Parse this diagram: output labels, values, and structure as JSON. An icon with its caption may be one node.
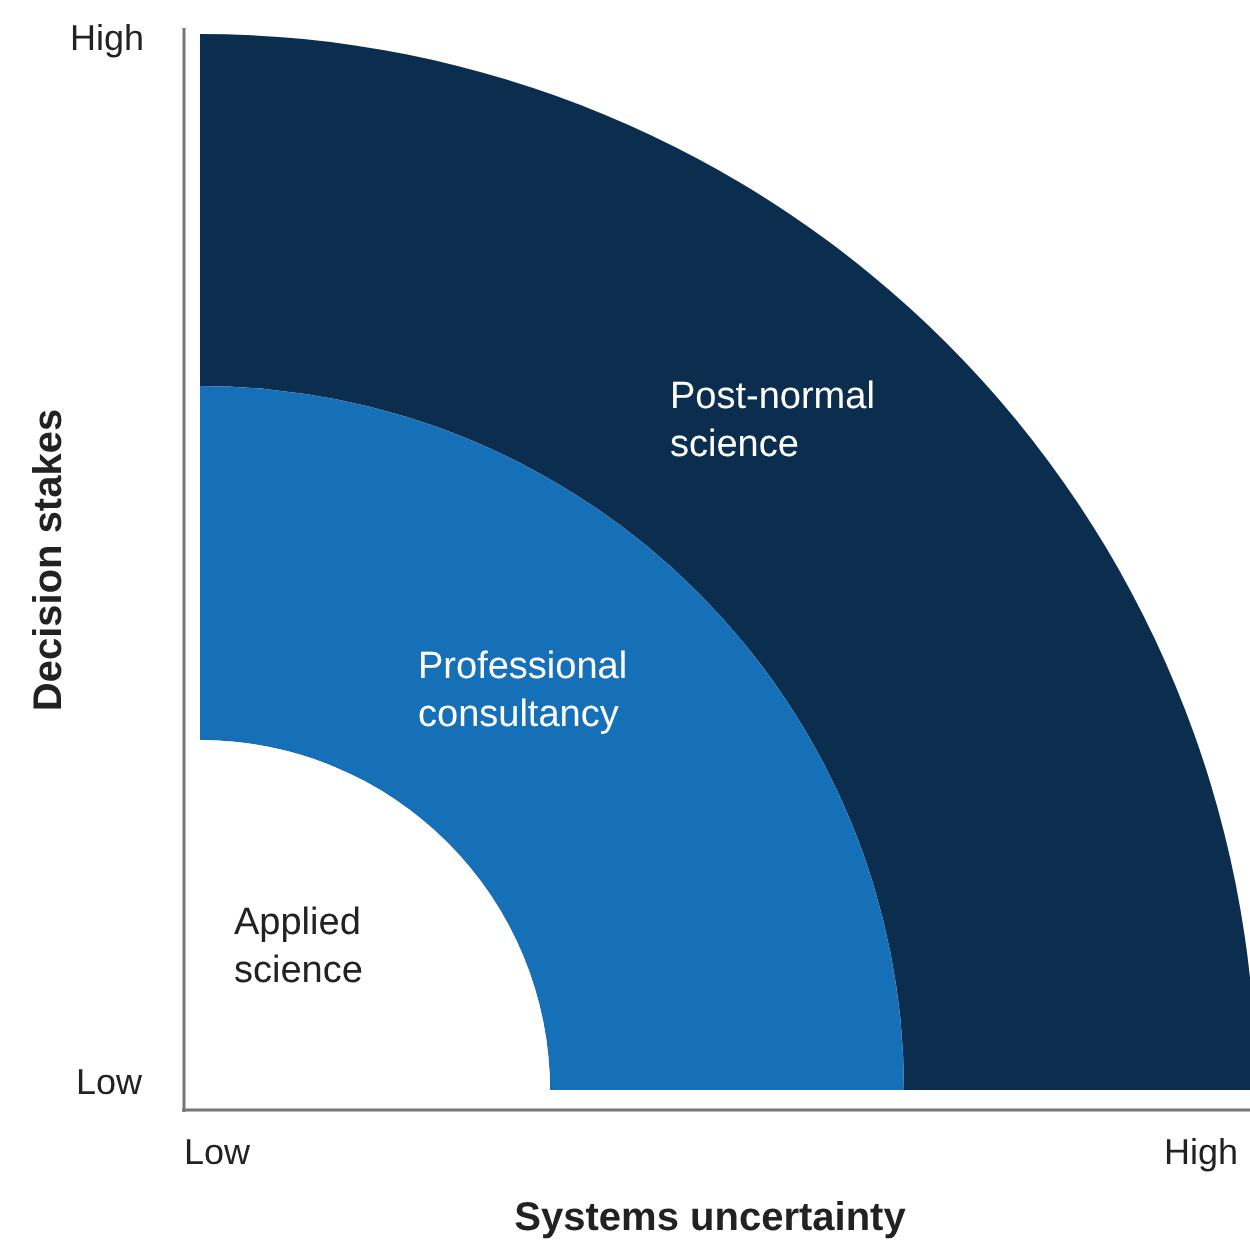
{
  "diagram": {
    "nodes": [
      {
        "text": [
          "Post-normal science"
        ]
      },
      {
        "text": [
          "Professional consultancy"
        ]
      },
      {
        "text": [
          "Applied science"
        ]
      }
    ],
    "labels": [
      "High",
      "Decision stakes",
      "Low",
      "Low",
      "High",
      "Systems uncertainty"
    ]
  }
}
